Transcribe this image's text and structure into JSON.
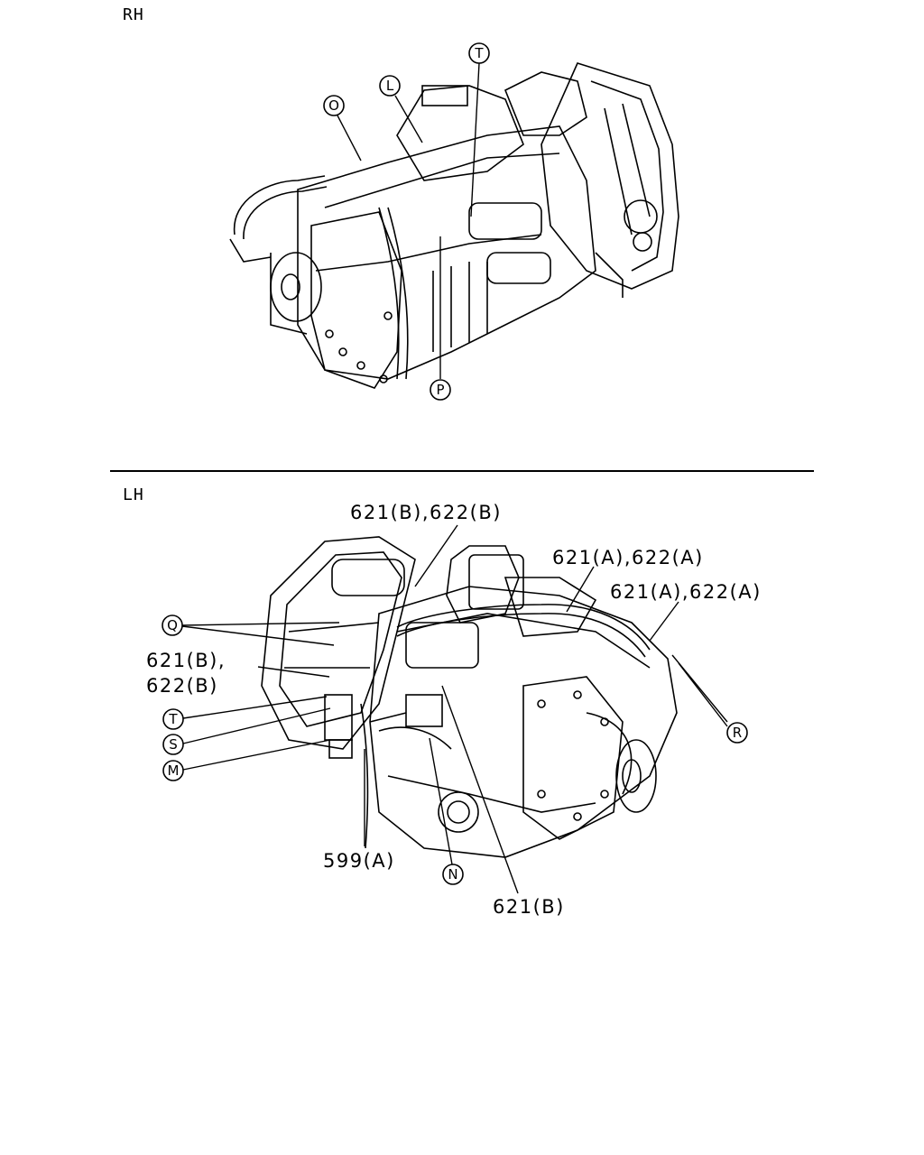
{
  "sections": {
    "rh": {
      "label": "RH"
    },
    "lh": {
      "label": "LH"
    }
  },
  "rh_callouts": {
    "O": "O",
    "L": "L",
    "T": "T",
    "P": "P"
  },
  "lh_callouts": {
    "Q": "Q",
    "T": "T",
    "S": "S",
    "M": "M",
    "R": "R",
    "N": "N"
  },
  "lh_part_labels": {
    "top_b": "621(B),622(B)",
    "top_a": "621(A),622(A)",
    "right_a": "621(A),622(A)",
    "left_b_line1": "621(B),",
    "left_b_line2": "622(B)",
    "bottom_599": "599(A)",
    "bottom_621b": "621(B)"
  }
}
